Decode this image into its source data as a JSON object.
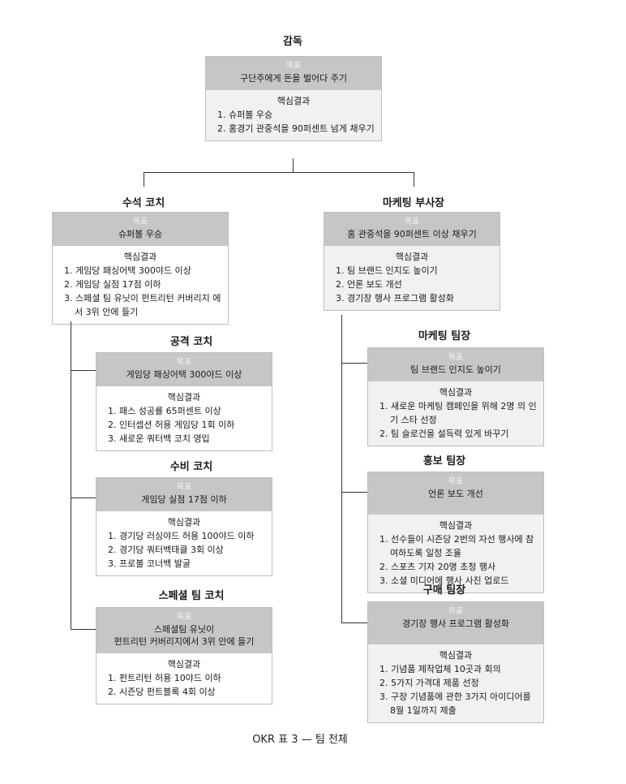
{
  "goal_label": "목표",
  "kr_label": "핵심결과",
  "caption": "OKR 표 3 — 팀 전체",
  "nodes": [
    {
      "id": "director",
      "role": "감독",
      "objective": [
        "구단주에게 돈을 벌어다 주기"
      ],
      "key_results": [
        "1. 슈퍼볼 우승",
        "2. 홈경기 관중석을 90퍼센트 넘게 채우기"
      ]
    },
    {
      "id": "head-coach",
      "role": "수석 코치",
      "objective": [
        "슈퍼볼 우승"
      ],
      "key_results": [
        "1. 게임당 패싱어택 300야드 이상",
        "2. 게임당 실점 17점 이하",
        "3. 스페셜 팀 유닛이 펀트리턴 커버리지 에서 3위 안에 들기"
      ]
    },
    {
      "id": "offense-coach",
      "role": "공격 코치",
      "objective": [
        "게임당 패싱어택 300야드 이상"
      ],
      "key_results": [
        "1. 패스 성공률 65퍼센트 이상",
        "2. 인터셉션 허용 게임당 1회 이하",
        "3. 새로운 쿼터백 코치 영입"
      ]
    },
    {
      "id": "defense-coach",
      "role": "수비 코치",
      "objective": [
        "게임당 실점 17점 이하"
      ],
      "key_results": [
        "1. 경기당 러싱야드 허용 100야드 이하",
        "2. 경기당 쿼터백태클 3회 이상",
        "3. 프로볼 코너백 발굴"
      ]
    },
    {
      "id": "special-teams-coach",
      "role": "스페셜 팀 코치",
      "objective": [
        "스페셜팀 유닛이",
        "펀트리턴 커버리지에서 3위 안에 들기"
      ],
      "key_results": [
        "1. 펀트리턴 허용 10야드 이하",
        "2. 시즌당 펀트블록 4회 이상"
      ]
    },
    {
      "id": "marketing-vp",
      "role": "마케팅 부사장",
      "objective": [
        "홈 관중석을 90퍼센트 이상 채우기"
      ],
      "key_results": [
        "1. 팀 브랜드 인지도 높이기",
        "2. 언론 보도 개선",
        "3. 경기장 행사 프로그램 활성화"
      ]
    },
    {
      "id": "marketing-lead",
      "role": "마케팅 팀장",
      "objective": [
        "팀 브랜드 인지도 높이기"
      ],
      "key_results": [
        "1. 새로운 마케팅 캠페인을 위해 2명 의 인기 스타 선정",
        "2. 팀 슬로건을 설득력 있게 바꾸기"
      ]
    },
    {
      "id": "pr-lead",
      "role": "홍보 팀장",
      "objective": [
        "언론 보도 개선"
      ],
      "key_results": [
        "1. 선수들이 시즌당 2번의 자선 행사에 참여하도록 일정 조율",
        "2. 스포츠 기자 20명 초청 행사",
        "3. 소셜 미디어에 행사 사진 업로드"
      ]
    },
    {
      "id": "purchasing-lead",
      "role": "구매 팀장",
      "objective": [
        "경기장 행사 프로그램 활성화"
      ],
      "key_results": [
        "1. 기념품 제작업체 10곳과 회의",
        "2. 5가지 가격대 제품 선정",
        "3. 구장 기념품에 관한 3가지 아이디어를 8월 1일까지 제출"
      ]
    }
  ]
}
